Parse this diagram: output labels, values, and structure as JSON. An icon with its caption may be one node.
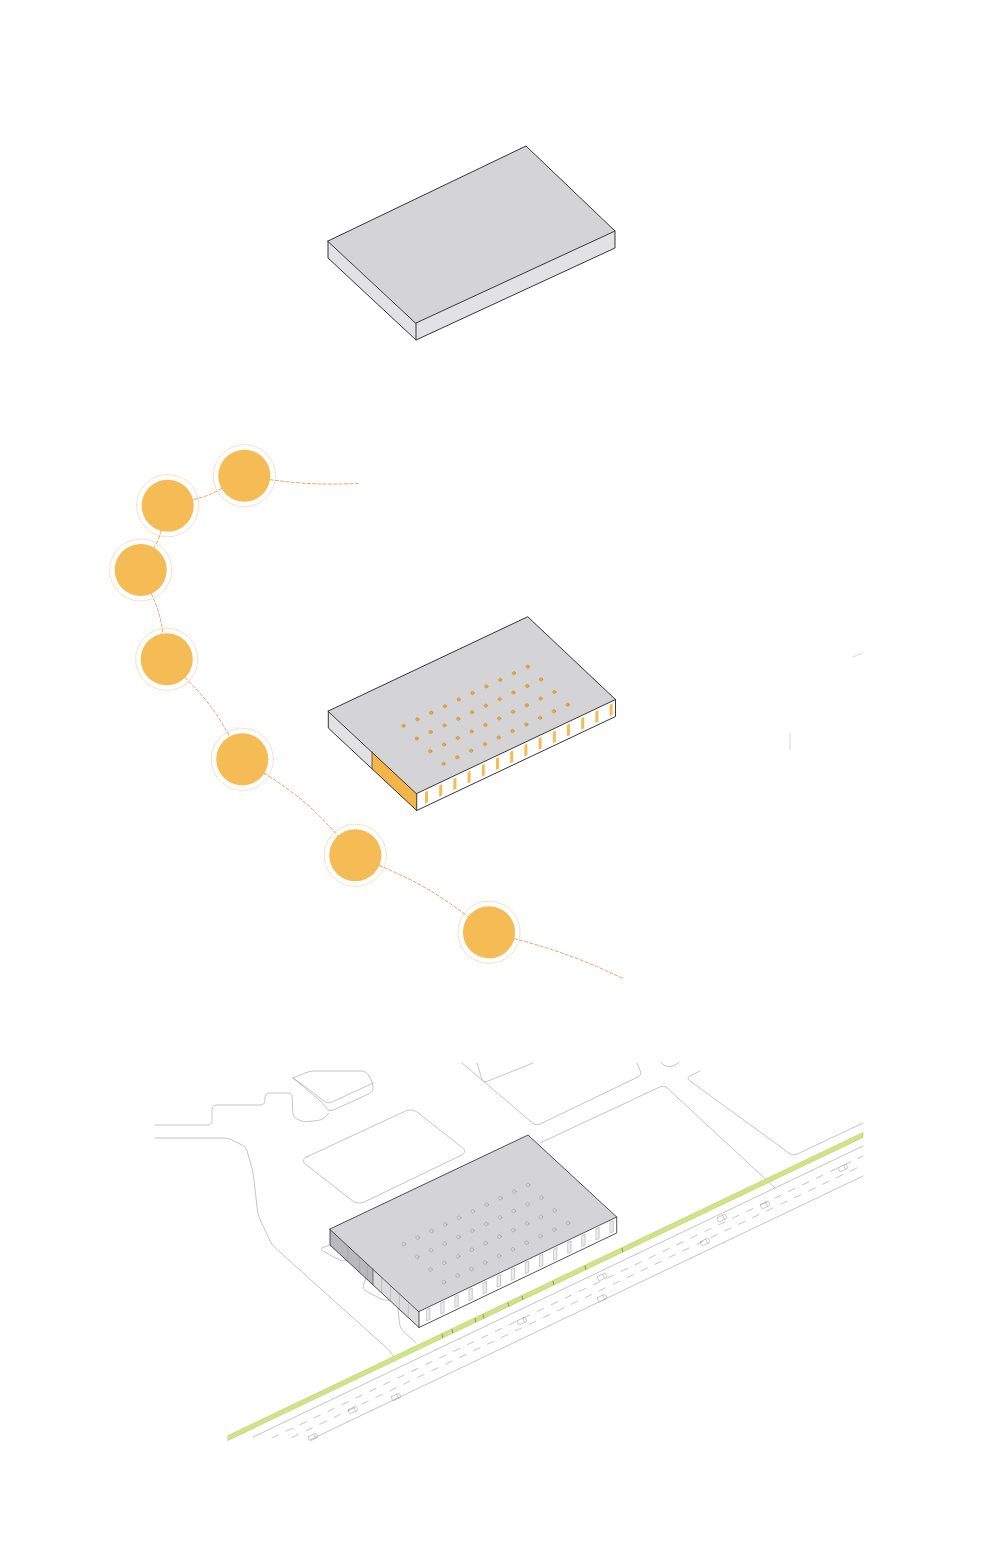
{
  "diagram": {
    "nodes": [
      {
        "text": [],
        "shape": "circle"
      },
      {
        "text": [],
        "shape": "circle"
      },
      {
        "text": [],
        "shape": "circle"
      },
      {
        "text": [],
        "shape": "circle"
      },
      {
        "text": [],
        "shape": "circle"
      },
      {
        "text": [],
        "shape": "circle"
      },
      {
        "text": [],
        "shape": "circle"
      }
    ],
    "edges": [
      {
        "from": null,
        "to": 0,
        "arrow": "none",
        "style": "dashed"
      },
      {
        "from": 0,
        "to": 1,
        "arrow": "none",
        "style": "dashed"
      },
      {
        "from": 1,
        "to": 2,
        "arrow": "none",
        "style": "dashed"
      },
      {
        "from": 2,
        "to": 3,
        "arrow": "none",
        "style": "dashed"
      },
      {
        "from": 3,
        "to": 4,
        "arrow": "none",
        "style": "dashed"
      },
      {
        "from": 4,
        "to": 5,
        "arrow": "none",
        "style": "dashed"
      },
      {
        "from": 5,
        "to": 6,
        "arrow": "none",
        "style": "dashed"
      },
      {
        "from": 6,
        "to": null,
        "arrow": "none",
        "style": "dashed"
      }
    ]
  }
}
